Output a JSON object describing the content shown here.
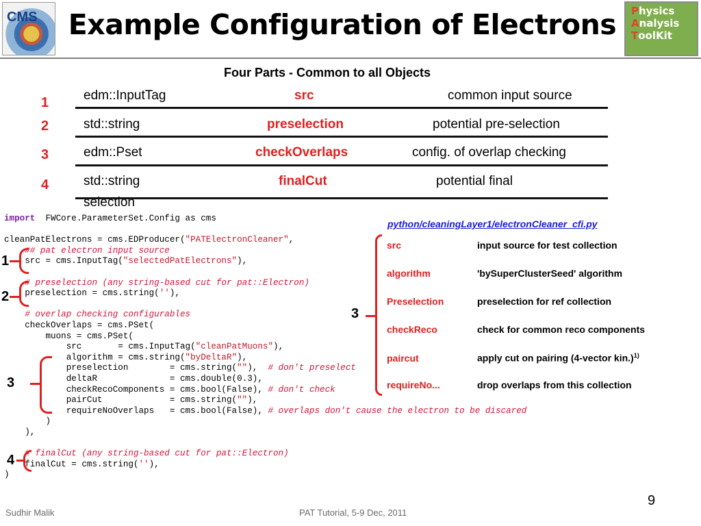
{
  "header": {
    "title": "Example Configuration of Electrons",
    "cms_logo_text": "CMS",
    "toolkit_logo": [
      "Physics",
      "Analysis",
      "ToolKit"
    ]
  },
  "subtitle": "Four Parts - Common to all Objects",
  "table": {
    "numbers": [
      "1",
      "2",
      "3",
      "4"
    ],
    "rows": [
      {
        "type": "edm::InputTag",
        "name": "src",
        "desc": "common input source"
      },
      {
        "type": "std::string",
        "name": "preselection",
        "desc": "potential pre-selection"
      },
      {
        "type": "edm::Pset",
        "name": "checkOverlaps",
        "desc": "config. of overlap checking"
      },
      {
        "type": "std::string",
        "name": "finalCut",
        "desc": "potential final",
        "wrap": "selection"
      }
    ]
  },
  "code": {
    "lines": [
      [
        [
          "kw",
          "import"
        ],
        [
          "",
          "  FWCore.ParameterSet.Config as cms"
        ]
      ],
      [
        [
          "",
          ""
        ]
      ],
      [
        [
          "",
          "cleanPatElectrons = cms.EDProducer("
        ],
        [
          "str",
          "\"PATElectronCleaner\""
        ],
        [
          "",
          ","
        ]
      ],
      [
        [
          "",
          "    "
        ],
        [
          "cm",
          "## pat electron input source"
        ]
      ],
      [
        [
          "",
          "    src = cms.InputTag("
        ],
        [
          "str",
          "\"selectedPatElectrons\""
        ],
        [
          "",
          "),"
        ]
      ],
      [
        [
          "",
          ""
        ]
      ],
      [
        [
          "",
          "    "
        ],
        [
          "cm",
          "# preselection (any string-based cut for pat::Electron)"
        ]
      ],
      [
        [
          "",
          "    preselection = cms.string("
        ],
        [
          "str",
          "''"
        ],
        [
          "",
          "),"
        ]
      ],
      [
        [
          "",
          ""
        ]
      ],
      [
        [
          "",
          "    "
        ],
        [
          "cm",
          "# overlap checking configurables"
        ]
      ],
      [
        [
          "",
          "    checkOverlaps = cms.PSet("
        ]
      ],
      [
        [
          "",
          "        muons = cms.PSet("
        ]
      ],
      [
        [
          "",
          "            src       = cms.InputTag("
        ],
        [
          "str",
          "\"cleanPatMuons\""
        ],
        [
          "",
          "),"
        ]
      ],
      [
        [
          "",
          "            algorithm = cms.string("
        ],
        [
          "str",
          "\"byDeltaR\""
        ],
        [
          "",
          "),"
        ]
      ],
      [
        [
          "",
          "            preselection        = cms.string("
        ],
        [
          "str",
          "\"\""
        ],
        [
          "",
          "),  "
        ],
        [
          "cm",
          "# don't preselect"
        ]
      ],
      [
        [
          "",
          "            deltaR              = cms.double(0.3),"
        ]
      ],
      [
        [
          "",
          "            checkRecoComponents = cms.bool(False), "
        ],
        [
          "cm",
          "# don't check"
        ]
      ],
      [
        [
          "",
          "            pairCut             = cms.string("
        ],
        [
          "str",
          "\"\""
        ],
        [
          "",
          "),"
        ]
      ],
      [
        [
          "",
          "            requireNoOverlaps   = cms.bool(False), "
        ],
        [
          "cm",
          "# overlaps don't cause the electron to be discared"
        ]
      ],
      [
        [
          "",
          "        )"
        ]
      ],
      [
        [
          "",
          "    ),"
        ]
      ],
      [
        [
          "",
          ""
        ]
      ],
      [
        [
          "",
          "    "
        ],
        [
          "cm",
          "# finalCut (any string-based cut for pat::Electron)"
        ]
      ],
      [
        [
          "",
          "    finalCut = cms.string("
        ],
        [
          "str",
          "''"
        ],
        [
          "",
          "),"
        ]
      ],
      [
        [
          "",
          ")"
        ]
      ]
    ]
  },
  "brackets": [
    "1",
    "2",
    "3",
    "3",
    "4"
  ],
  "panel": {
    "file": "python/cleaningLayer1/electronCleaner_cfi.py",
    "rows": [
      {
        "key": "src",
        "val": "input source for test collection"
      },
      {
        "key": "algorithm",
        "val": "'bySuperClusterSeed' algorithm"
      },
      {
        "key": "Preselection",
        "val": "preselection for ref collection"
      },
      {
        "key": "checkReco",
        "val": "check for common reco components"
      },
      {
        "key": "paircut",
        "val": "apply cut on pairing (4-vector kin.)",
        "sup": "1)"
      },
      {
        "key": "requireNo...",
        "val": "drop overlaps from this collection"
      }
    ]
  },
  "footer": {
    "author": "Sudhir Malik",
    "event": "PAT Tutorial, 5-9 Dec, 2011",
    "page": "9"
  },
  "colors": {
    "accent_red": "#e01f1f",
    "link_blue": "#1a1ad8",
    "logo_green": "#7fae4e"
  }
}
